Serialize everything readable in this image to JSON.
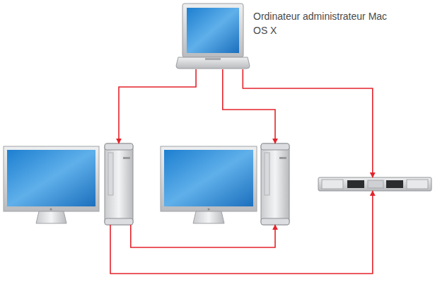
{
  "diagram": {
    "nodes": [
      {
        "text": [
          "Ordinateur administrateur Mac OS X"
        ]
      },
      {
        "text": []
      },
      {
        "text": []
      },
      {
        "text": []
      }
    ],
    "edges": [
      {
        "from": 0,
        "to": 1,
        "arrow": "to"
      },
      {
        "from": 0,
        "to": 2,
        "arrow": "to"
      },
      {
        "from": 0,
        "to": 3,
        "arrow": "to"
      },
      {
        "from": 1,
        "to": 2,
        "arrow": "to"
      },
      {
        "from": 1,
        "to": 3,
        "arrow": "to"
      }
    ]
  }
}
